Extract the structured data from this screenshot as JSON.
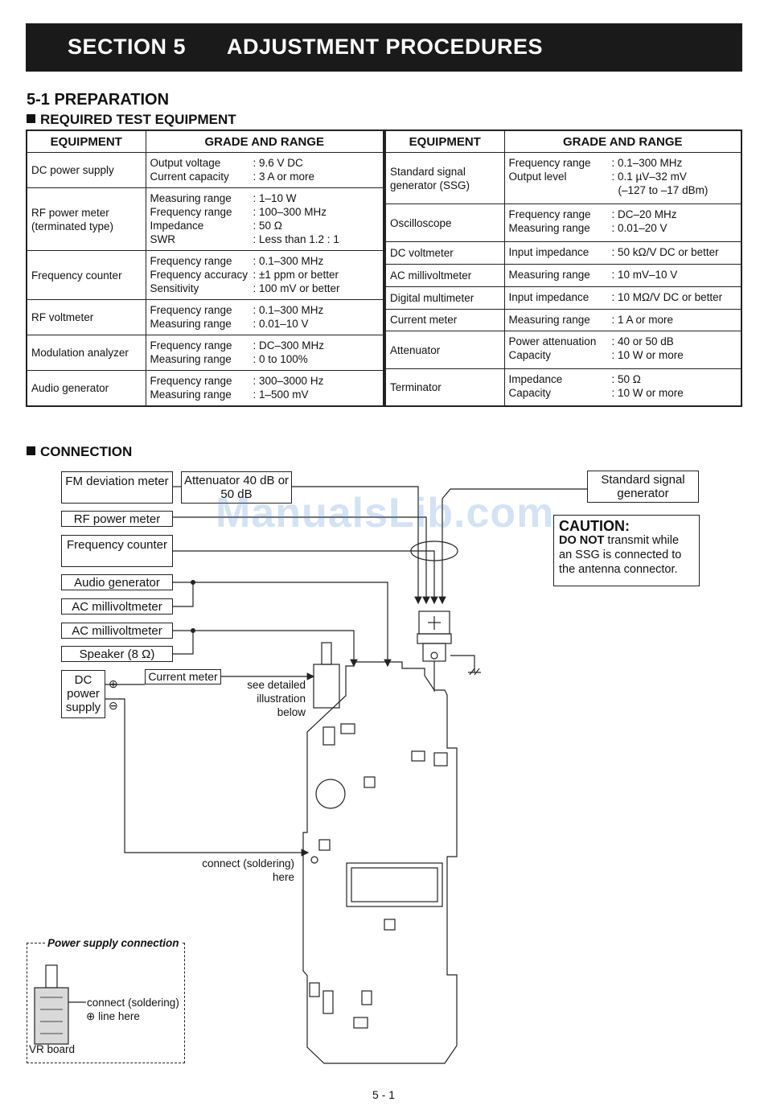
{
  "header": {
    "section": "SECTION 5",
    "title": "ADJUSTMENT PROCEDURES"
  },
  "preparation": {
    "heading": "5-1 PREPARATION",
    "subheading": "REQUIRED TEST EQUIPMENT",
    "columns": {
      "equipment": "EQUIPMENT",
      "grade": "GRADE AND RANGE"
    },
    "left": [
      {
        "name": "DC power supply",
        "specs": [
          [
            "Output voltage",
            ": 9.6 V DC"
          ],
          [
            "Current capacity",
            ": 3 A or more"
          ]
        ]
      },
      {
        "name": "RF power meter (terminated type)",
        "specs": [
          [
            "Measuring range",
            ": 1–10 W"
          ],
          [
            "Frequency range",
            ": 100–300 MHz"
          ],
          [
            "Impedance",
            ": 50 Ω"
          ],
          [
            "SWR",
            ": Less than 1.2 : 1"
          ]
        ]
      },
      {
        "name": "Frequency counter",
        "specs": [
          [
            "Frequency range",
            ": 0.1–300 MHz"
          ],
          [
            "Frequency accuracy",
            ": ±1 ppm or better"
          ],
          [
            "Sensitivity",
            ": 100 mV or better"
          ]
        ]
      },
      {
        "name": "RF voltmeter",
        "specs": [
          [
            "Frequency range",
            ": 0.1–300 MHz"
          ],
          [
            "Measuring range",
            ": 0.01–10 V"
          ]
        ]
      },
      {
        "name": "Modulation analyzer",
        "specs": [
          [
            "Frequency range",
            ": DC–300 MHz"
          ],
          [
            "Measuring range",
            ": 0 to 100%"
          ]
        ]
      },
      {
        "name": "Audio generator",
        "specs": [
          [
            "Frequency range",
            ": 300–3000 Hz"
          ],
          [
            "Measuring range",
            ": 1–500 mV"
          ]
        ]
      }
    ],
    "right": [
      {
        "name": "Standard signal generator (SSG)",
        "specs": [
          [
            "Frequency range",
            ": 0.1–300 MHz"
          ],
          [
            "Output level",
            ": 0.1 µV–32 mV"
          ],
          [
            "",
            "(–127 to –17 dBm)"
          ]
        ]
      },
      {
        "name": "Oscilloscope",
        "specs": [
          [
            "Frequency range",
            ": DC–20 MHz"
          ],
          [
            "Measuring range",
            ": 0.01–20 V"
          ]
        ]
      },
      {
        "name": "DC voltmeter",
        "specs": [
          [
            "Input impedance",
            ": 50 kΩ/V DC or better"
          ]
        ]
      },
      {
        "name": "AC millivoltmeter",
        "specs": [
          [
            "Measuring range",
            ": 10 mV–10 V"
          ]
        ]
      },
      {
        "name": "Digital multimeter",
        "specs": [
          [
            "Input impedance",
            ": 10 MΩ/V DC or better"
          ]
        ]
      },
      {
        "name": "Current meter",
        "specs": [
          [
            "Measuring range",
            ": 1 A or more"
          ]
        ]
      },
      {
        "name": "Attenuator",
        "specs": [
          [
            "Power attenuation",
            ": 40 or 50 dB"
          ],
          [
            "Capacity",
            ": 10 W or more"
          ]
        ]
      },
      {
        "name": "Terminator",
        "specs": [
          [
            "Impedance",
            ": 50 Ω"
          ],
          [
            "Capacity",
            ": 10 W or more"
          ]
        ]
      }
    ]
  },
  "connection": {
    "heading": "CONNECTION",
    "fm_deviation": "FM deviation meter",
    "attenuator": "Attenuator 40 dB or 50 dB",
    "ssg": "Standard signal generator",
    "rf_power_meter": "RF power meter",
    "frequency_counter": "Frequency counter",
    "audio_generator": "Audio generator",
    "ac_millivoltmeter_1": "AC millivoltmeter",
    "ac_millivoltmeter_2": "AC millivoltmeter",
    "speaker": "Speaker (8 Ω)",
    "dc_power_supply": "DC power supply",
    "current_meter": "Current meter",
    "see_detailed": "see detailed illustration below",
    "connect_here": "connect (soldering) here",
    "caution_title": "CAUTION:",
    "caution_bold": "DO NOT",
    "caution_text": " transmit while an SSG is connected to the antenna connector.",
    "plus_symbol": "⊕",
    "minus_symbol": "⊖"
  },
  "power_supply_connection": {
    "title": "Power supply connection",
    "connect_text": "connect (soldering)",
    "line_text": "line here",
    "plus_symbol": "⊕",
    "board": "VR board"
  },
  "watermark": "ManualsLib.com",
  "page_number": "5 - 1"
}
